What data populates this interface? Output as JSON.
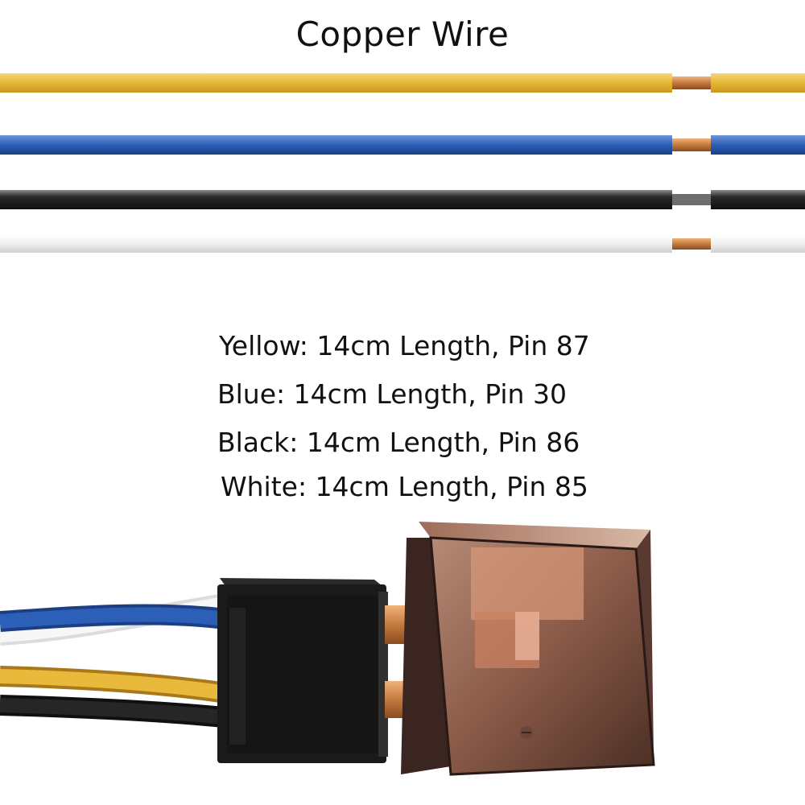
{
  "title": "Copper Wire",
  "specs": [
    "Yellow: 14cm Length, Pin 87",
    "Blue: 14cm Length, Pin 30",
    "Black: 14cm Length, Pin 86",
    "White: 14cm Length, Pin 85"
  ],
  "colors": {
    "yellow": "#e8b93a",
    "blue": "#2b5fb8",
    "black": "#202020",
    "white": "#f0f0f0",
    "copper": "#c47a3e",
    "relay_housing": "#8a5a48"
  }
}
